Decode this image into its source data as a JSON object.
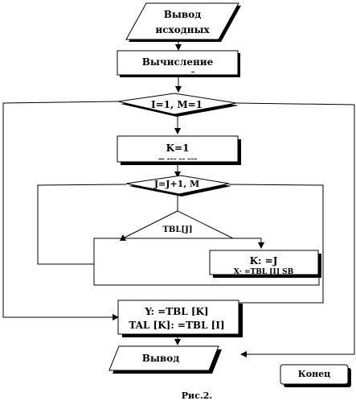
{
  "blocks": {
    "input": [
      "Вывод",
      "исходных"
    ],
    "calc": "Вычисление",
    "calc_sub": "–",
    "loop_i": "I=1, M=1",
    "k_assign": "K=1",
    "k_sub": "— ––– –– –––",
    "loop_j": "J=J+1, M",
    "cond": "TBL[J]",
    "k_eq_j": "K: =J",
    "k_eq_j_sub": "X· =TBL [I] SB",
    "swap_1": "Y: =TBL [K]",
    "swap_2": "TAL [K]: =TBL [I]",
    "output": "Вывод",
    "end": "Конец"
  },
  "caption": "Рис.2."
}
